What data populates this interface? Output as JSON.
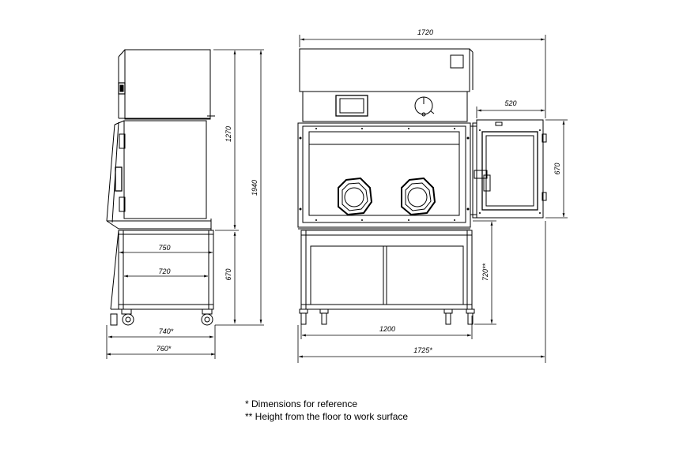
{
  "dimensions": {
    "side_height_upper": "1270",
    "side_height_total": "1940",
    "side_frame_width_outer": "750",
    "side_frame_width_inner": "720",
    "side_stand_height": "670",
    "side_base_width_1": "740*",
    "side_base_width_2": "760*",
    "front_total_width": "1720",
    "passbox_width": "520",
    "passbox_height": "670",
    "front_work_height": "720**",
    "front_stand_width": "1200",
    "front_base_width": "1725*"
  },
  "notes": {
    "reference": "* Dimensions for reference",
    "work_surface": "** Height from the floor to work surface"
  }
}
